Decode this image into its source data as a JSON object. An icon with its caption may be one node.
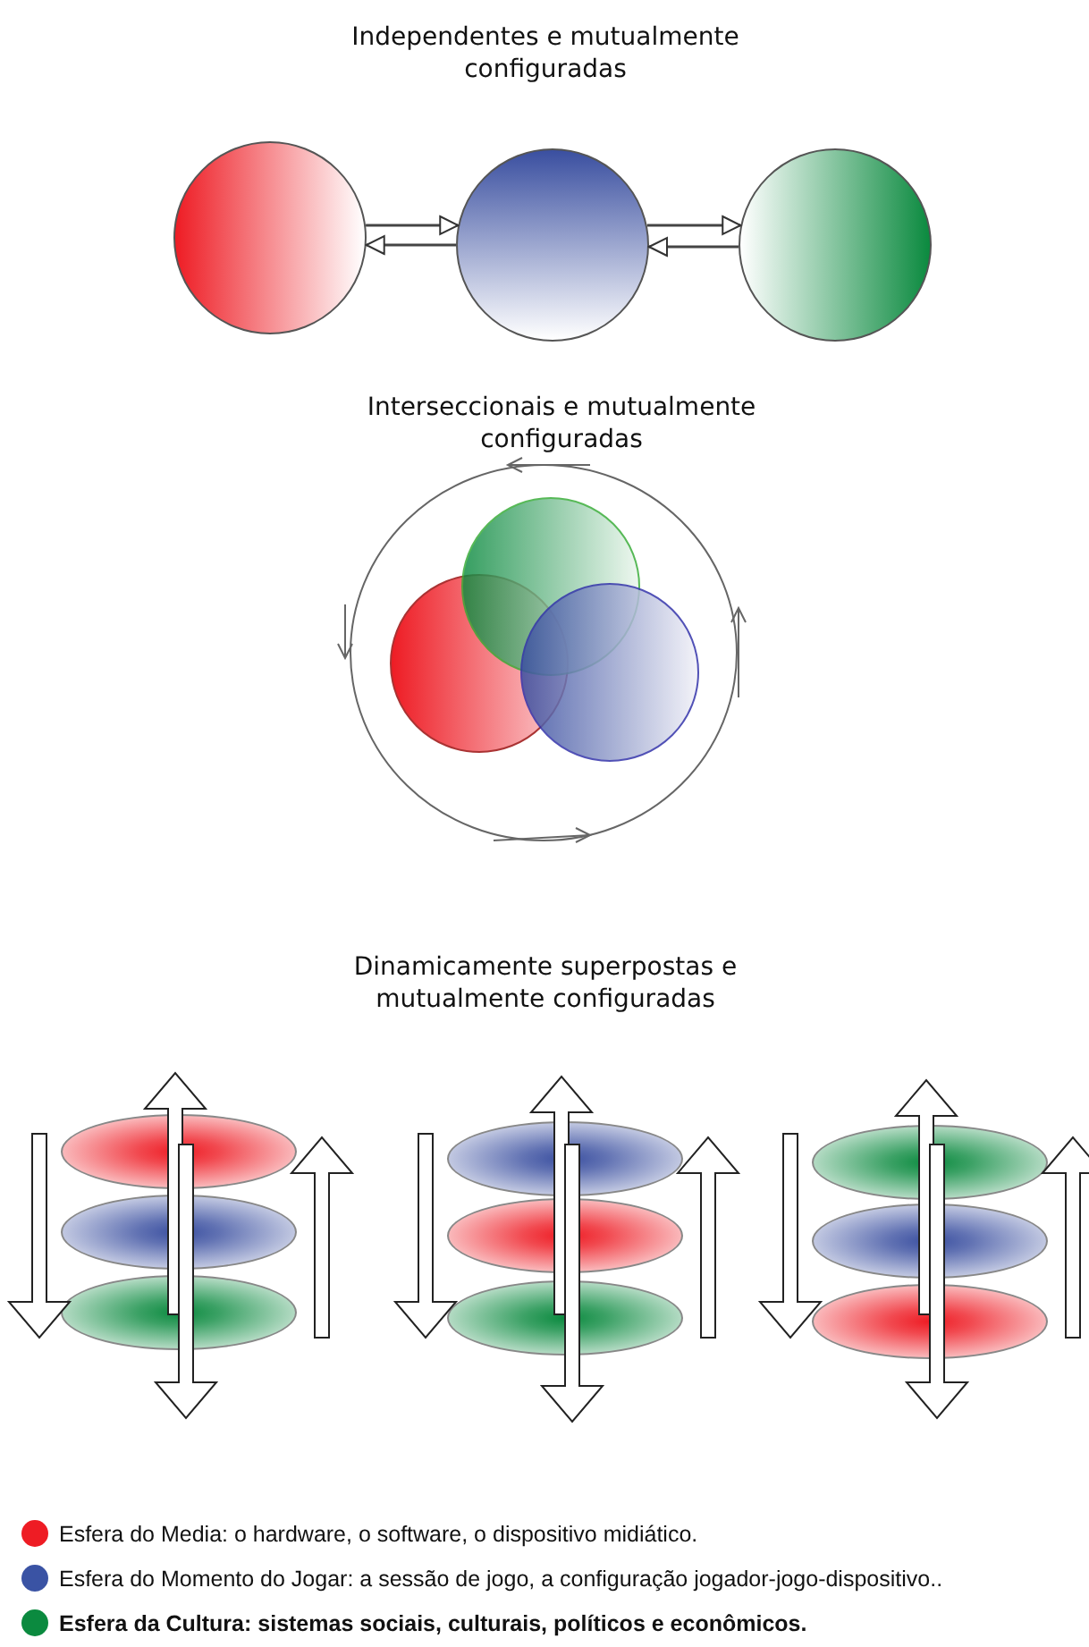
{
  "diagram": {
    "nodes": [
      {
        "text": [],
        "shape": "circle"
      },
      {
        "text": [],
        "shape": "circle"
      },
      {
        "text": [],
        "shape": "circle"
      },
      {
        "text": [],
        "shape": "circle"
      },
      {
        "text": [],
        "shape": "circle"
      },
      {
        "text": [],
        "shape": "circle"
      },
      {
        "text": [],
        "shape": "ellipse"
      },
      {
        "text": [],
        "shape": "ellipse"
      },
      {
        "text": [],
        "shape": "ellipse"
      },
      {
        "text": [],
        "shape": "ellipse"
      },
      {
        "text": [],
        "shape": "ellipse"
      },
      {
        "text": [],
        "shape": "ellipse"
      },
      {
        "text": [],
        "shape": "ellipse"
      },
      {
        "text": [],
        "shape": "ellipse"
      },
      {
        "text": [],
        "shape": "ellipse"
      }
    ],
    "edges": [
      {
        "from": 0,
        "to": 1,
        "arrow": "to"
      },
      {
        "from": 1,
        "to": 0,
        "arrow": "to"
      },
      {
        "from": 1,
        "to": 2,
        "arrow": "to"
      },
      {
        "from": 2,
        "to": 1,
        "arrow": "to"
      }
    ],
    "labels": [
      "Independentes e mutualmente configuradas",
      "Interseccionais e mutualmente configuradas",
      "Dinamicamente superpostas e mutualmente configuradas"
    ],
    "legend": [
      {
        "text": "Esfera do Media: o hardware, o software, o dispositivo midiático.",
        "color": "#ee1c24"
      },
      {
        "text": "Esfera do Momento do Jogar: a sessão de jogo, a configuração jogador-jogo-dispositivo..",
        "color": "#3a53a4"
      },
      {
        "text": "Esfera da Cultura: sistemas sociais, culturais, políticos e econômicos.",
        "color": "#0b8a3f"
      }
    ]
  }
}
